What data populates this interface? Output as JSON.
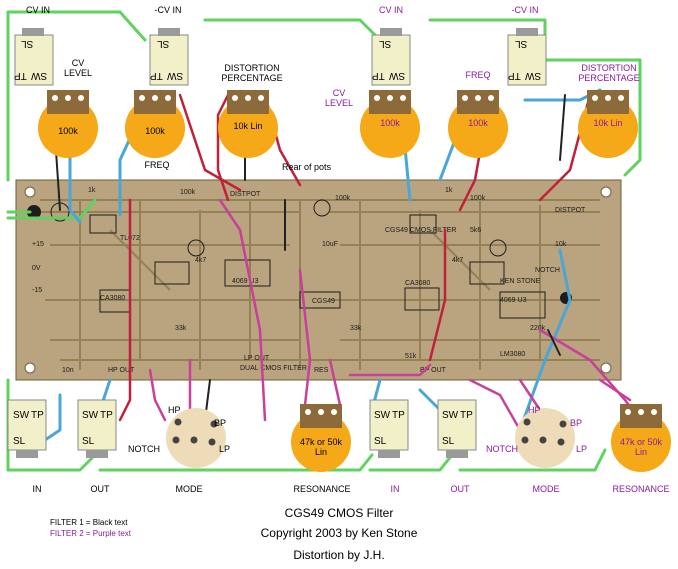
{
  "filter1": {
    "cv_in": "CV IN",
    "neg_cv_in": "-CV IN",
    "cv_level": "CV LEVEL",
    "distortion_percentage": "DISTORTION PERCENTAGE",
    "pot_cv": "100k",
    "pot_freq": "100k",
    "pot_dist": "10k Lin",
    "freq": "FREQ",
    "rear_of_pots": "Rear of pots",
    "resonance_pot": "47k or 50k Lin",
    "in": "IN",
    "out": "OUT",
    "mode": "MODE",
    "resonance": "RESONANCE",
    "notch": "NOTCH",
    "hp": "HP",
    "bp": "BP",
    "lp": "LP"
  },
  "filter2": {
    "cv_in": "CV IN",
    "neg_cv_in": "-CV IN",
    "cv_level": "CV LEVEL",
    "distortion_percentage": "DISTORTION PERCENTAGE",
    "freq": "FREQ",
    "pot_cv": "100k",
    "pot_freq": "100k",
    "pot_dist": "10k Lin",
    "resonance_pot": "47k or 50k Lin",
    "in": "IN",
    "out": "OUT",
    "mode": "MODE",
    "resonance": "RESONANCE",
    "notch": "NOTCH",
    "hp": "HP",
    "bp": "BP",
    "lp": "LP"
  },
  "jack_pins": {
    "sw": "SW",
    "tp": "TP",
    "sl": "SL"
  },
  "legend": {
    "filter1": "FILTER 1 = Black text",
    "filter2": "FILTER 2 = Purple text"
  },
  "footer": {
    "title": "CGS49 CMOS Filter",
    "copyright": "Copyright 2003 by Ken Stone",
    "distortion": "Distortion by J.H."
  },
  "pcb": {
    "chip1": "TL072",
    "chip2": "CA3080",
    "chip3": "4069 U3",
    "chip4": "CGS49",
    "chip5": "CA3080",
    "chip6": "4069 U3",
    "chip7": "KEN STONE",
    "chip8": "LM3080",
    "board_title": "CGS49 CMOS FILTER",
    "dual_label": "DUAL CMOS FILTER",
    "notch": "NOTCH",
    "dist": "DISTPOT",
    "res": "RES",
    "hp_out": "HP OUT",
    "bp_out": "BP OUT",
    "lp_out": "LP OUT",
    "p15": "+15",
    "m15": "-15",
    "gnd": "0V",
    "r100k": "100k",
    "r33k": "33k",
    "r1k": "1k",
    "r4k7": "4k7",
    "r10k": "10k",
    "c10n": "10n",
    "r220k": "220k",
    "r51k": "51k",
    "r5k6": "5k6",
    "c10uf": "10uF"
  },
  "colors": {
    "board": "#b9a47f",
    "trace": "#8b7a4a",
    "pot_body": "#f5a818",
    "pot_shaft": "#8c6a3a",
    "wire_green": "#5fd25f",
    "wire_blue": "#4aa6d6",
    "wire_red": "#c0203a",
    "wire_magenta": "#c8409a",
    "wire_black": "#222222",
    "jack_body": "#f2f0c8",
    "purple_text": "#8a1a9e",
    "mode_switch": "#eedcb8"
  }
}
